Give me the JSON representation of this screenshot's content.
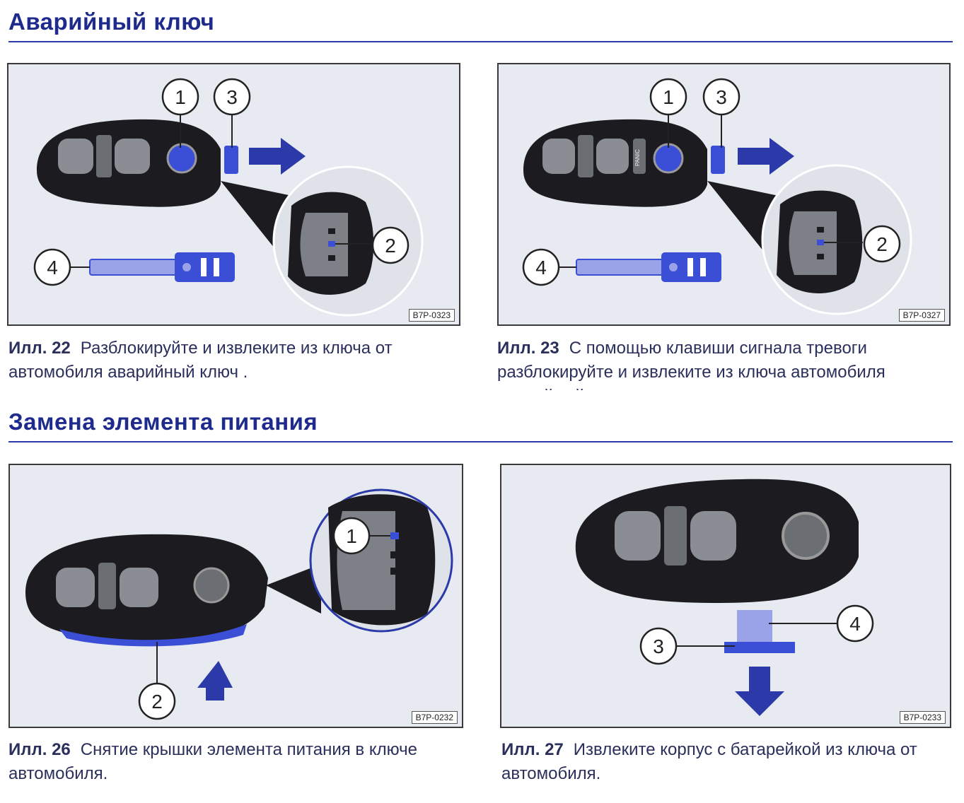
{
  "sections": [
    {
      "title": "Аварийный ключ"
    },
    {
      "title": "Замена элемента питания"
    }
  ],
  "figures": [
    {
      "code": "B7P-0323",
      "label": "Илл. 22",
      "caption": "Разблокируйте и извлеките из ключа от автомобиля аварийный ключ .",
      "callouts": [
        "1",
        "3",
        "2",
        "4"
      ]
    },
    {
      "code": "B7P-0327",
      "label": "Илл. 23",
      "caption": "С помощью клавиши сигнала тревоги разблокируйте и извлеките из ключа автомобиля аварийный ключ.",
      "callouts": [
        "1",
        "3",
        "2",
        "4"
      ],
      "button_text": "PANIC"
    },
    {
      "code": "B7P-0232",
      "label": "Илл. 26",
      "caption": "Снятие крышки элемента питания в ключе автомобиля.",
      "callouts": [
        "1",
        "2"
      ]
    },
    {
      "code": "B7P-0233",
      "label": "Илл. 27",
      "caption": "Извлеките корпус с батарейкой из ключа от автомобиля.",
      "callouts": [
        "4",
        "3"
      ]
    }
  ],
  "colors": {
    "accent": "#2b3aa8",
    "highlight": "#3b4fd6",
    "key_body": "#1c1c20"
  }
}
